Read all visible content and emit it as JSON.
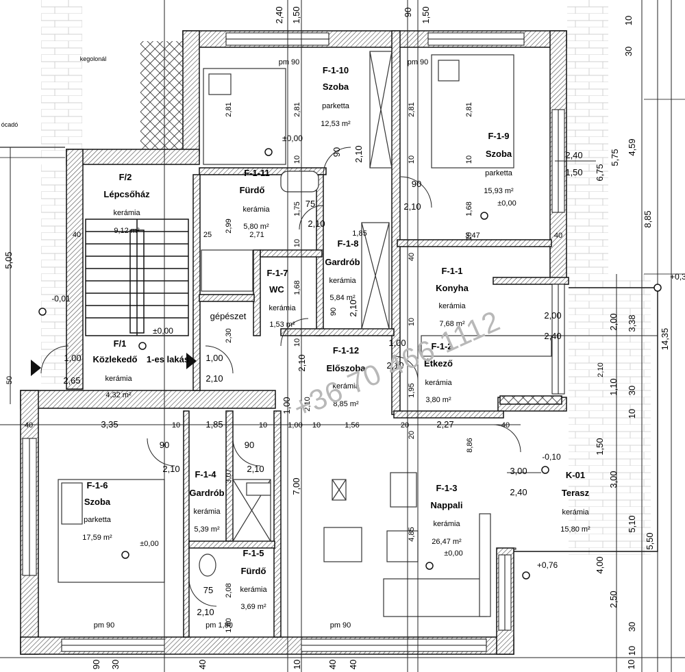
{
  "rooms": [
    {
      "id": "F-1-10",
      "name": "Szoba",
      "floor": "parketta",
      "area": "12,53 m²"
    },
    {
      "id": "F-1-9",
      "name": "Szoba",
      "floor": "parketta",
      "area": "15,93 m²",
      "level": "±0,00"
    },
    {
      "id": "F/2",
      "name": "Lépcsőház",
      "floor": "kerámia",
      "area": "9,12 m²"
    },
    {
      "id": "F-1-11",
      "name": "Fürdő",
      "floor": "kerámia",
      "area": "5,80 m²"
    },
    {
      "id": "F-1-8",
      "name": "Gardrób",
      "floor": "kerámia",
      "area": "5,84 m²"
    },
    {
      "id": "F-1-7",
      "name": "WC",
      "floor": "kerámia",
      "area": "1,53 m²"
    },
    {
      "id": "F-1-1",
      "name": "Konyha",
      "floor": "kerámia",
      "area": "7,68 m²"
    },
    {
      "id": "F-1-2",
      "name": "Étkező",
      "floor": "kerámia",
      "area": "3,80 m²"
    },
    {
      "id": "F-1-12",
      "name": "Előszoba",
      "floor": "kerámia",
      "area": "8,85 m²"
    },
    {
      "id": "F/1",
      "name": "Közlekedő",
      "floor": "kerámia",
      "area": "4,32 m²"
    },
    {
      "id": "F-1-6",
      "name": "Szoba",
      "floor": "parketta",
      "area": "17,59 m²",
      "level": "±0,00"
    },
    {
      "id": "F-1-4",
      "name": "Gardrób",
      "floor": "kerámia",
      "area": "5,39 m²"
    },
    {
      "id": "F-1-5",
      "name": "Fürdő",
      "floor": "kerámia",
      "area": "3,69 m²"
    },
    {
      "id": "F-1-3",
      "name": "Nappali",
      "floor": "kerámia",
      "area": "26,47 m²",
      "level": "±0,00"
    },
    {
      "id": "K-01",
      "name": "Terasz",
      "floor": "kerámia",
      "area": "15,80 m²"
    }
  ],
  "labels": {
    "gepeszet": "gépészet",
    "lakas": "1-es lakás",
    "pm90": "pm 90",
    "pm180": "pm 1,80",
    "level_zero": "±0,00",
    "level_m001": "-0,01",
    "level_m010": "-0,10",
    "level_p076": "+0,76",
    "level_000_stair": "±0,00",
    "level_p03": "+0,3",
    "left_note_1": "kegolonál",
    "left_note_2": "ócadó",
    "watermark": "+36 70 466 1112"
  },
  "dims": {
    "top": [
      "2,40",
      "1,50",
      "90",
      "1,50",
      "10"
    ],
    "right_col1": [
      "30",
      "5,75",
      "4,59",
      "6,75",
      "8,85",
      "3,38",
      "14,35",
      "2,00",
      "1,10",
      "30",
      "10",
      "1,50",
      "3,00",
      "5,10",
      "2,50",
      "4,00",
      "5,50",
      "30",
      "10"
    ],
    "bottom": [
      "90",
      "30",
      "40",
      "10",
      "40",
      "40",
      "10"
    ],
    "interior": [
      "2,81",
      "2,81",
      "2,81",
      "2,81",
      "10",
      "10",
      "10",
      "2,10",
      "90",
      "2,40",
      "1,50",
      "90",
      "2,10",
      "10",
      "1,68",
      "3,47",
      "40",
      "40",
      "2,99",
      "25",
      "2,71",
      "1,75",
      "75",
      "2,10",
      "1,85",
      "10",
      "40",
      "1,68",
      "2,10",
      "2,30",
      "90",
      "2,10",
      "10",
      "10",
      "1,00",
      "2,65",
      "1,00",
      "2,10",
      "2,10",
      "1,95",
      "2,00",
      "2,40",
      "2,10",
      "1,00",
      "2,10",
      "1,00",
      "1,00",
      "1,56",
      "20",
      "2,27",
      "40",
      "3,35",
      "10",
      "1,85",
      "10",
      "40",
      "90",
      "2,10",
      "90",
      "2,10",
      "3,07",
      "7,00",
      "8,86",
      "4,85",
      "3,00",
      "2,40",
      "2,08",
      "75",
      "2,10",
      "1,80",
      "50",
      "5,05",
      "20",
      "10"
    ]
  }
}
